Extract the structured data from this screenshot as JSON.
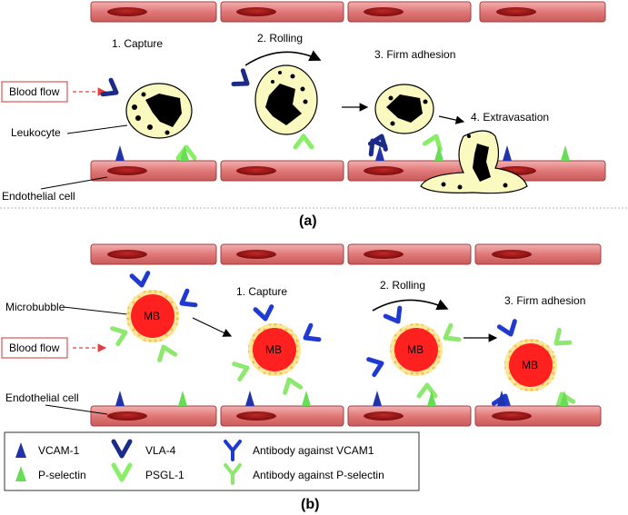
{
  "panel_a": {
    "panel_label": "(a)",
    "steps": {
      "capture": "1. Capture",
      "rolling": "2. Rolling",
      "firm_adhesion": "3. Firm adhesion",
      "extravasation": "4. Extravasation"
    },
    "labels": {
      "blood_flow": "Blood flow",
      "leukocyte": "Leukocyte",
      "endothelial_cell": "Endothelial cell"
    }
  },
  "panel_b": {
    "panel_label": "(b)",
    "steps": {
      "capture": "1. Capture",
      "rolling": "2. Rolling",
      "firm_adhesion": "3. Firm adhesion"
    },
    "labels": {
      "microbubble": "Microbubble",
      "blood_flow": "Blood flow",
      "endothelial_cell": "Endothelial cell",
      "mb": "MB"
    }
  },
  "legend": {
    "vcam1": "VCAM-1",
    "pselectin": "P-selectin",
    "vla4": "VLA-4",
    "psgl1": "PSGL-1",
    "ab_vcam1": "Antibody against VCAM1",
    "ab_pselectin": "Antibody against P-selectin"
  },
  "colors": {
    "endothelial_fill": "#e88585",
    "endothelial_nucleus": "#a01818",
    "leukocyte_fill": "#fafac0",
    "microbubble_fill": "#ff2020",
    "vcam1": "#2233aa",
    "pselectin": "#66dd55",
    "vla4": "#1c2a88",
    "psgl1": "#88ee66",
    "ab_vcam1": "#1f3ad0",
    "ab_pselectin": "#8ee870",
    "blood_flow_arrow": "#e04040"
  }
}
